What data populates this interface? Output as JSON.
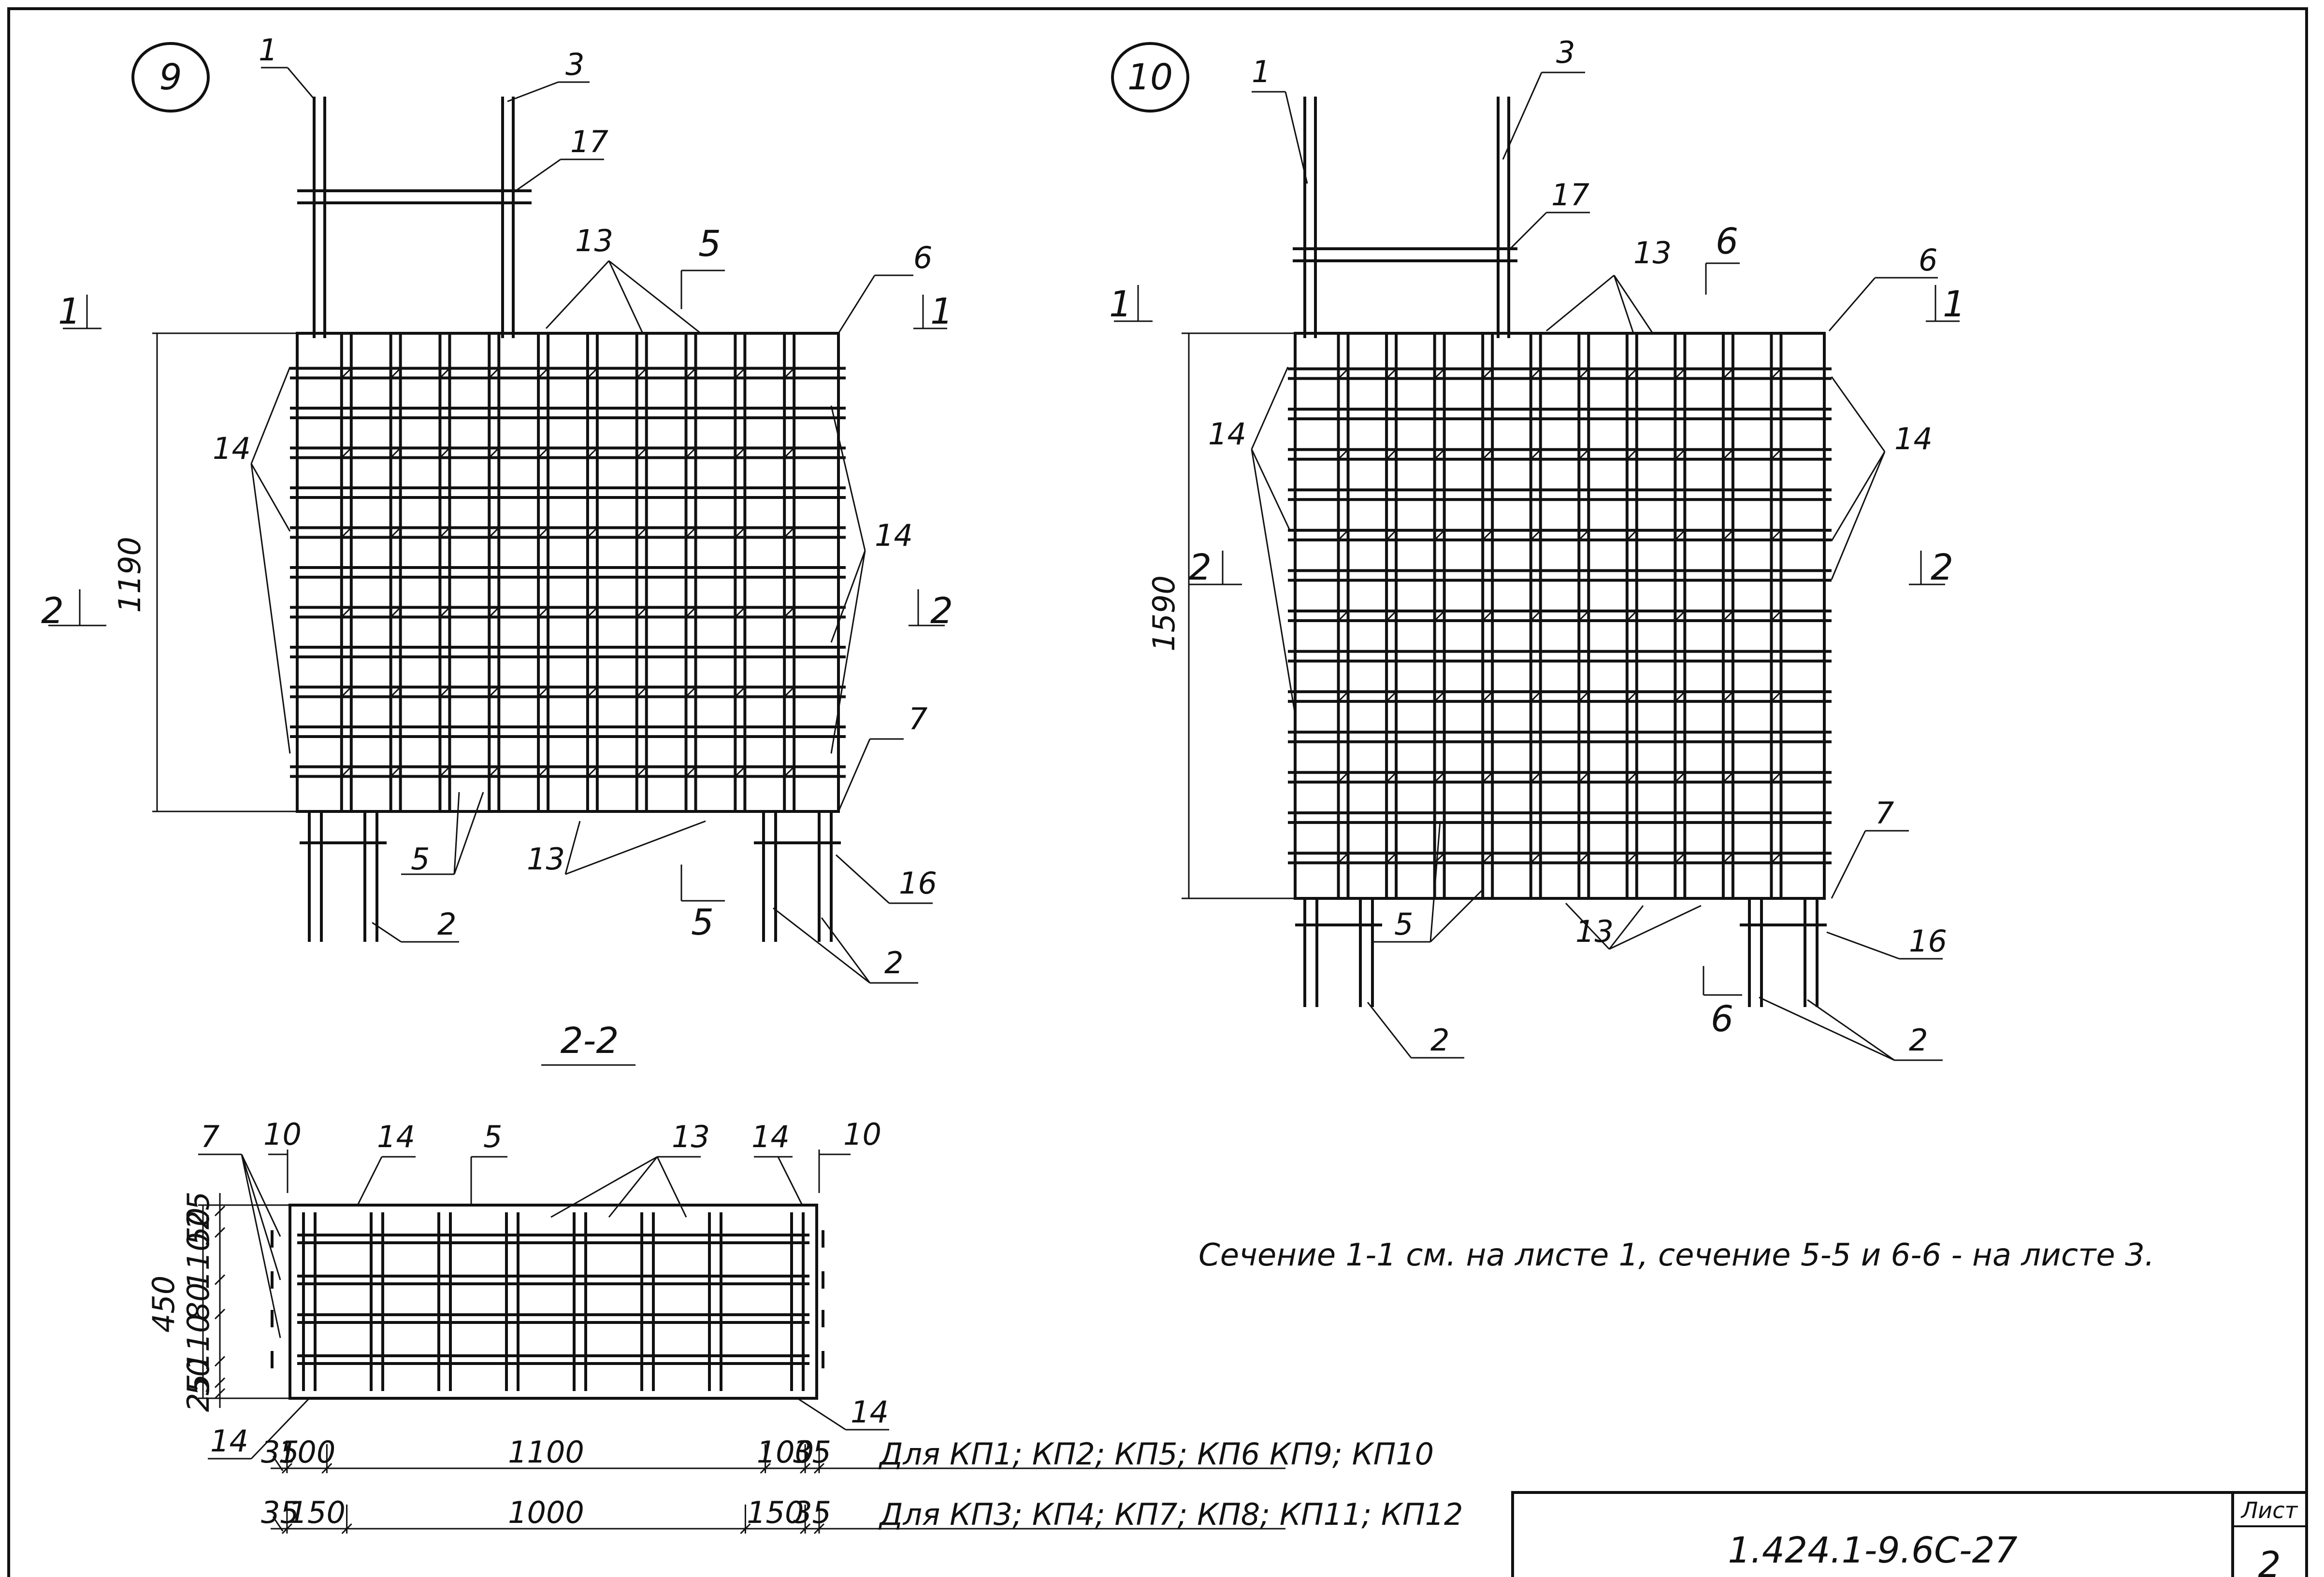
{
  "views": {
    "left_mark": "9",
    "right_mark": "10"
  },
  "callouts": {
    "n1": "1",
    "n2": "2",
    "n3": "3",
    "n5": "5",
    "n6": "6",
    "n7": "7",
    "n10": "10",
    "n13": "13",
    "n14": "14",
    "n16": "16",
    "n17": "17"
  },
  "sections": {
    "s1": "1",
    "s2": "2",
    "s5": "5",
    "s6": "6"
  },
  "left_view": {
    "height_dim": "1190"
  },
  "right_view": {
    "height_dim": "1590"
  },
  "section_view": {
    "title": "2-2",
    "height_total": "450",
    "vertical_dims": [
      "25",
      "50",
      "110",
      "80",
      "110",
      "50",
      "25"
    ],
    "row1": {
      "dims": [
        "35",
        "100",
        "1100",
        "100",
        "35"
      ],
      "label": "Для КП1; КП2; КП5; КП6 КП9; КП10"
    },
    "row2": {
      "dims": [
        "35",
        "150",
        "1000",
        "150",
        "35"
      ],
      "label": "Для КП3; КП4; КП7; КП8; КП11; КП12"
    }
  },
  "note": "Сечение 1-1 см. на листе 1, сечение 5-5 и 6-6 - на листе 3.",
  "title_block": {
    "code": "1.424.1-9.6С-27",
    "sheet_label": "Лист",
    "sheet_number": "2"
  }
}
